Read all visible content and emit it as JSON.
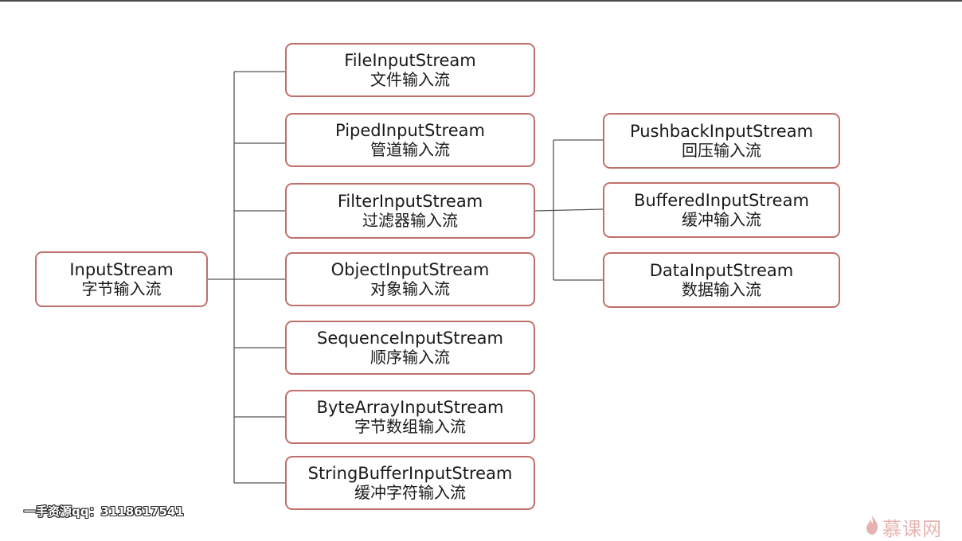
{
  "diagram": {
    "root": {
      "name": "InputStream",
      "desc": "字节输入流"
    },
    "children": [
      {
        "name": "FileInputStream",
        "desc": "文件输入流"
      },
      {
        "name": "PipedInputStream",
        "desc": "管道输入流"
      },
      {
        "name": "FilterInputStream",
        "desc": "过滤器输入流"
      },
      {
        "name": "ObjectInputStream",
        "desc": "对象输入流"
      },
      {
        "name": "SequenceInputStream",
        "desc": "顺序输入流"
      },
      {
        "name": "ByteArrayInputStream",
        "desc": "字节数组输入流"
      },
      {
        "name": "StringBufferInputStream",
        "desc": "缓冲字符输入流"
      }
    ],
    "filter_children": [
      {
        "name": "PushbackInputStream",
        "desc": "回压输入流"
      },
      {
        "name": "BufferedInputStream",
        "desc": "缓冲输入流"
      },
      {
        "name": "DataInputStream",
        "desc": "数据输入流"
      }
    ]
  },
  "watermark": {
    "text": "一手资源qq：3118617541"
  },
  "logo": {
    "text": "慕课网",
    "icon": "flame-icon"
  },
  "colors": {
    "box_border": "#c0706a",
    "connector": "#555555",
    "logo": "#c95a52"
  }
}
